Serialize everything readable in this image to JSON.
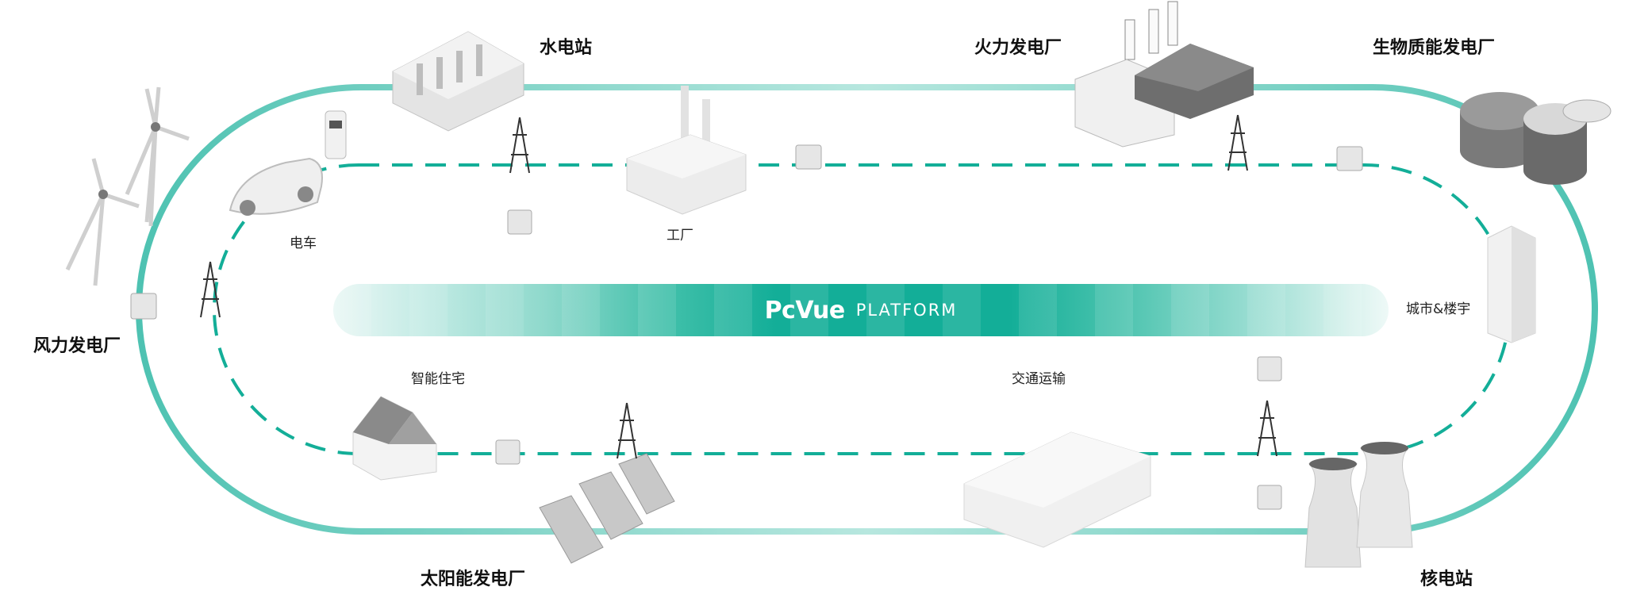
{
  "diagram": {
    "platform": {
      "brand": "PcVue",
      "word": "PLATFORM"
    },
    "labels": {
      "hydro": "水电站",
      "thermal": "火力发电厂",
      "biomass": "生物质能发电厂",
      "wind": "风力发电厂",
      "ev": "电车",
      "factory": "工厂",
      "city": "城市&楼宇",
      "smart_home": "智能住宅",
      "transport": "交通运输",
      "solar": "太阳能发电厂",
      "nuclear": "核电站"
    },
    "colors": {
      "accent": "#13ae98",
      "grey": "#d9d9d9",
      "dark_grey": "#8c8c8c"
    }
  }
}
